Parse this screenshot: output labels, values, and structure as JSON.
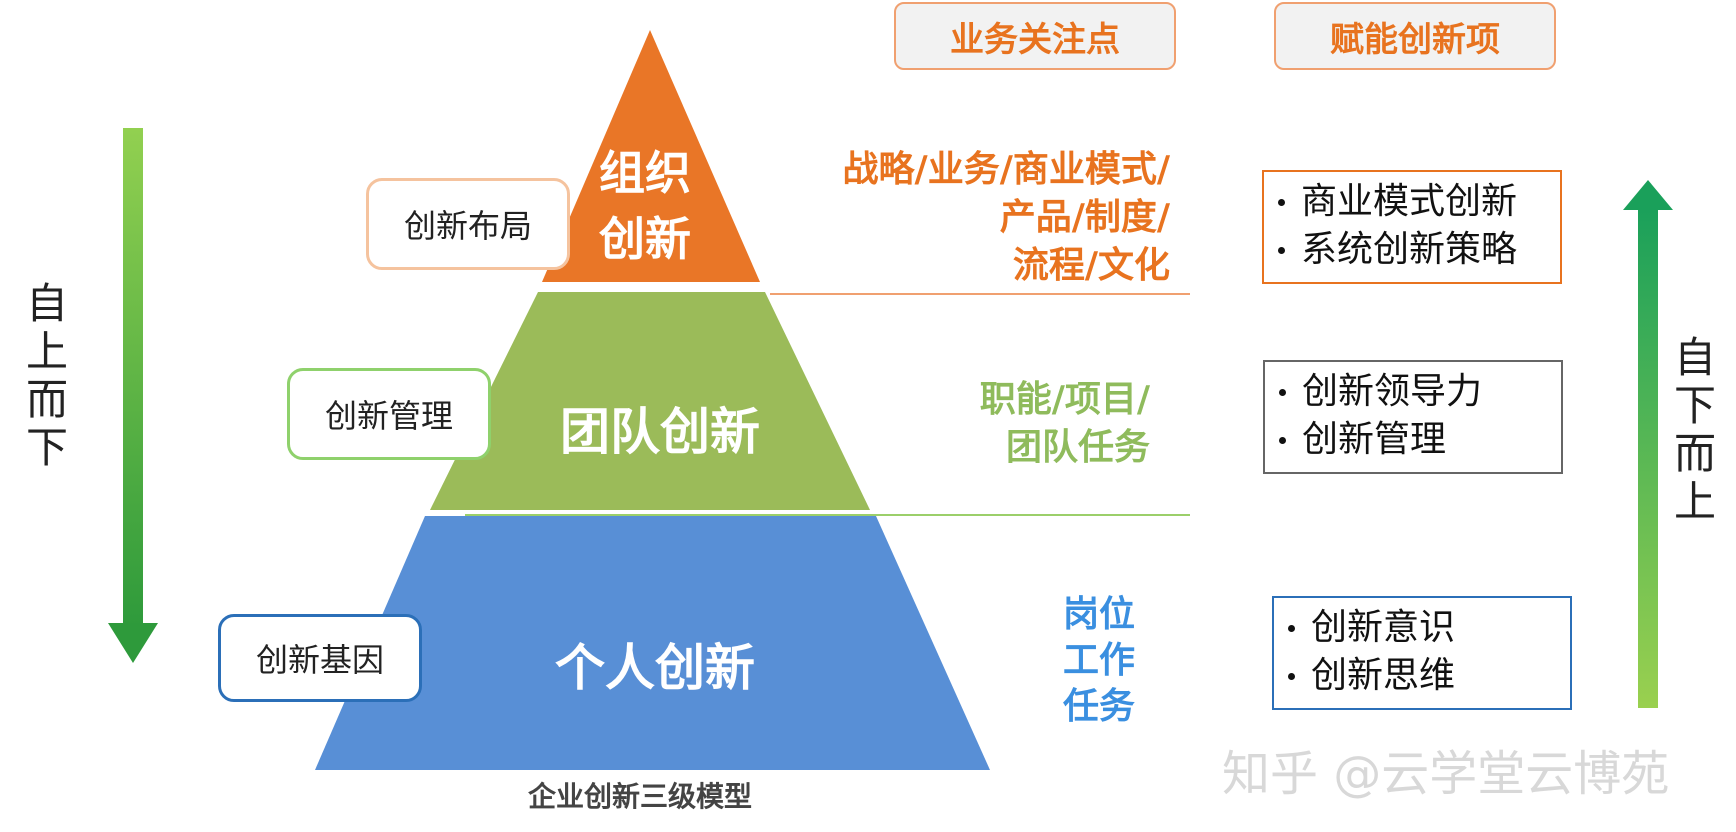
{
  "headers": {
    "focus": "业务关注点",
    "enable": "赋能创新项"
  },
  "direction": {
    "left": [
      "自",
      "上",
      "而",
      "下"
    ],
    "right": [
      "自",
      "下",
      "而",
      "上"
    ]
  },
  "pyramid": {
    "top": {
      "label": [
        "组织",
        "创新"
      ],
      "tag": "创新布局",
      "color": "#e97627",
      "tag_border": "#f5c39e"
    },
    "mid": {
      "label": [
        "团队创新"
      ],
      "tag": "创新管理",
      "color": "#9bbb59",
      "tag_border": "#8fd16c"
    },
    "bottom": {
      "label": [
        "个人创新"
      ],
      "tag": "创新基因",
      "color": "#588fd6",
      "tag_border": "#2b6fb8"
    }
  },
  "focus": {
    "top": {
      "lines": [
        "战略/业务/商业模式/",
        "产品/制度/",
        "流程/文化"
      ],
      "color": "#e8731f"
    },
    "mid": {
      "lines": [
        "职能/项目/",
        "团队任务"
      ],
      "color": "#8fbb5c"
    },
    "bottom": {
      "lines": [
        "岗位",
        "工作",
        "任务"
      ],
      "color": "#3a8fe0"
    }
  },
  "enable_items": {
    "top": {
      "items": [
        "商业模式创新",
        "系统创新策略"
      ],
      "border": "#e8731f"
    },
    "mid": {
      "items": [
        "创新领导力",
        "创新管理"
      ],
      "border": "#666666"
    },
    "bottom": {
      "items": [
        "创新意识",
        "创新思维"
      ],
      "border": "#2b6fb8"
    }
  },
  "caption": "企业创新三级模型",
  "watermark": "知乎 @云学堂云博苑",
  "icons": {
    "down_arrow": "arrow-down-icon",
    "up_arrow": "arrow-up-icon"
  }
}
